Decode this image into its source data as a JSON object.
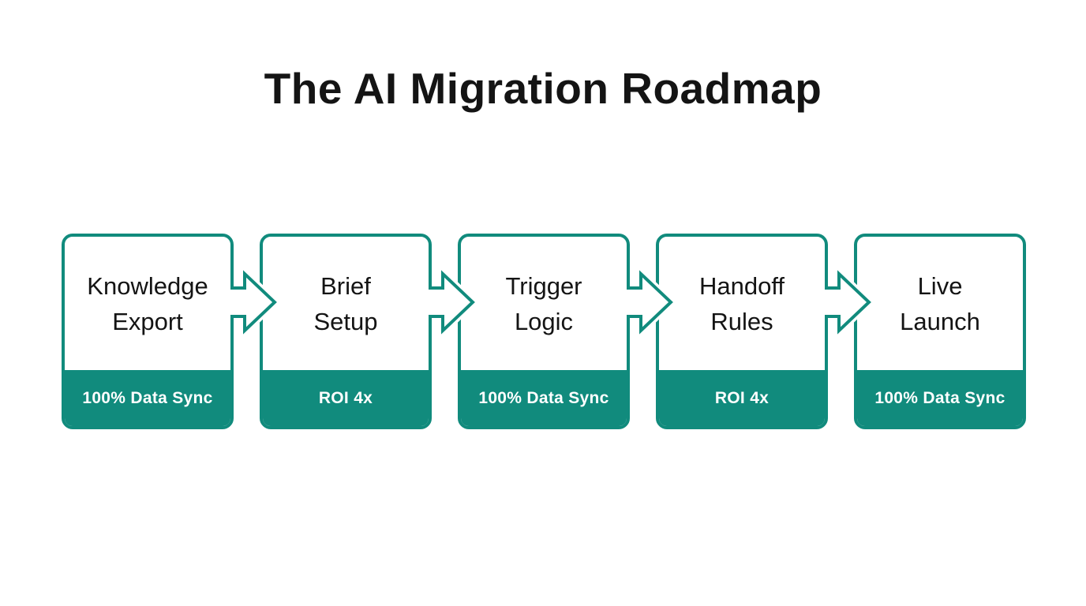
{
  "title": "The AI Migration Roadmap",
  "colors": {
    "accent-teal": "#118B7D",
    "label-text": "#141414",
    "metric-text": "#FFFFFF",
    "background": "#FFFFFF"
  },
  "icons": {
    "connector": "arrow-right-icon"
  },
  "steps": [
    {
      "label_line1": "Knowledge",
      "label_line2": "Export",
      "metric": "100% Data Sync"
    },
    {
      "label_line1": "Brief",
      "label_line2": "Setup",
      "metric": "ROI 4x"
    },
    {
      "label_line1": "Trigger",
      "label_line2": "Logic",
      "metric": "100% Data Sync"
    },
    {
      "label_line1": "Handoff",
      "label_line2": "Rules",
      "metric": "ROI 4x"
    },
    {
      "label_line1": "Live",
      "label_line2": "Launch",
      "metric": "100% Data Sync"
    }
  ]
}
